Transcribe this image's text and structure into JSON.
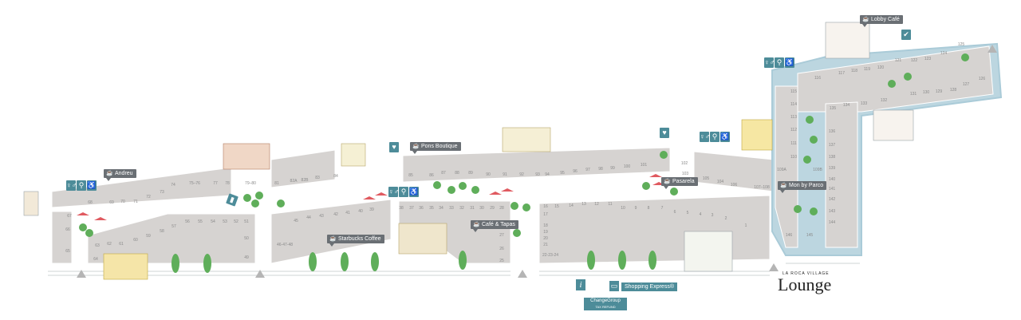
{
  "colors": {
    "unit_fill": "#d6d3d1",
    "unit_stroke": "#ffffff",
    "lounge_fill": "#bcd6e0",
    "lounge_border": "#aacbd8",
    "pin_gray": "#6a6f74",
    "pin_teal": "#4d8c99",
    "tree": "#5fae5a",
    "umbrella": "#e05a60"
  },
  "units": [
    "65",
    "66",
    "67",
    "68",
    "69",
    "70",
    "71",
    "72",
    "73",
    "74",
    "75–76",
    "77",
    "78",
    "79–80",
    "81",
    "82A",
    "82B",
    "83",
    "84",
    "85",
    "86",
    "87",
    "88",
    "89",
    "90",
    "91",
    "92",
    "93",
    "94",
    "95",
    "96",
    "97",
    "98",
    "99",
    "100",
    "101",
    "102",
    "103",
    "104",
    "105",
    "106",
    "107–108",
    "109A",
    "109B",
    "110",
    "111",
    "112",
    "113",
    "114",
    "115",
    "116",
    "117",
    "118",
    "119",
    "120",
    "121",
    "122",
    "123",
    "124",
    "125",
    "126",
    "127",
    "128",
    "129",
    "130",
    "131",
    "132",
    "133",
    "134",
    "135",
    "136",
    "137",
    "138",
    "139",
    "140",
    "141",
    "142",
    "143",
    "144",
    "145",
    "146",
    "64",
    "63",
    "62",
    "61",
    "60",
    "59",
    "58",
    "57",
    "56",
    "55",
    "54",
    "53",
    "52",
    "51",
    "50",
    "49",
    "45",
    "44",
    "43",
    "42",
    "41",
    "40",
    "39",
    "38",
    "37",
    "36",
    "35",
    "34",
    "33",
    "32",
    "31",
    "30",
    "29",
    "28",
    "27",
    "26",
    "25",
    "46-47-48",
    "1",
    "2",
    "3",
    "4",
    "5",
    "6",
    "7",
    "8",
    "9",
    "10",
    "11",
    "12",
    "13",
    "14",
    "15",
    "16",
    "17",
    "18",
    "19",
    "20",
    "21",
    "22-23-24"
  ],
  "labels": {
    "andreu": "Andreu",
    "pons": "Pons Boutique",
    "starbucks": "Starbucks Coffee",
    "cafe_tapas": "Café & Tapas",
    "pasarela": "Pasarela",
    "lobby": "Lobby Café",
    "mon_parc": "Mon by Parco",
    "shopping_express": "Shopping Express®",
    "change_group": "ChangeGroup",
    "tax_refund": "TAX REFUND",
    "brand_small": "LA ROCA VILLAGE",
    "brand_big": "Lounge"
  },
  "icons": {
    "wc": "♀♂",
    "baby": "⚲",
    "accessible": "♿",
    "info": "i",
    "bus": "▭",
    "parking_arrow": "▲"
  }
}
